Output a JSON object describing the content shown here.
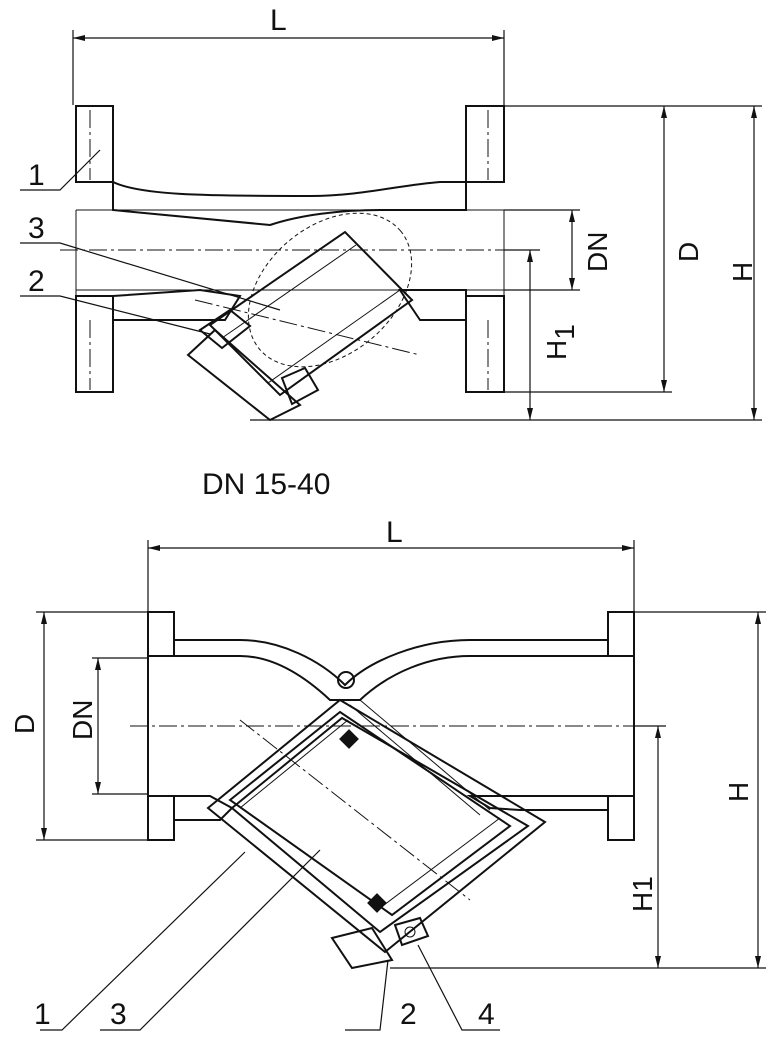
{
  "top_view": {
    "dim_length": "L",
    "dim_nominal": "DN",
    "dim_flange": "D",
    "dim_height": "H",
    "dim_height1_main": "H",
    "dim_height1_sub": "1",
    "callouts": [
      "1",
      "3",
      "2"
    ]
  },
  "caption": "DN 15-40",
  "bottom_view": {
    "dim_length": "L",
    "dim_flange": "D",
    "dim_nominal": "DN",
    "dim_height": "H",
    "dim_height1": "H1",
    "callouts": [
      "1",
      "3",
      "2",
      "4"
    ]
  },
  "colors": {
    "line": "#111111",
    "background": "#ffffff"
  }
}
